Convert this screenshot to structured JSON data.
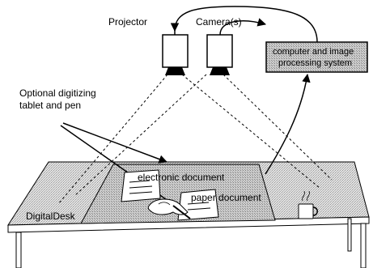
{
  "labels": {
    "projector": "Projector",
    "cameras": "Camera(s)",
    "computer_line1": "computer and image",
    "computer_line2": "processing system",
    "tablet_line1": "Optional digitizing",
    "tablet_line2": "tablet and pen",
    "electronic_document": "electronic document",
    "paper_document": "paper document",
    "desk_name": "DigitalDesk"
  },
  "colors": {
    "desk_fill": "#d7d7d7",
    "box_fill": "#cfcfcf",
    "device_fill": "#ffffff",
    "ink": "#000000"
  },
  "icons": [
    "projector-icon",
    "camera-icon",
    "hand-with-pen-icon",
    "coffee-mug-icon"
  ]
}
